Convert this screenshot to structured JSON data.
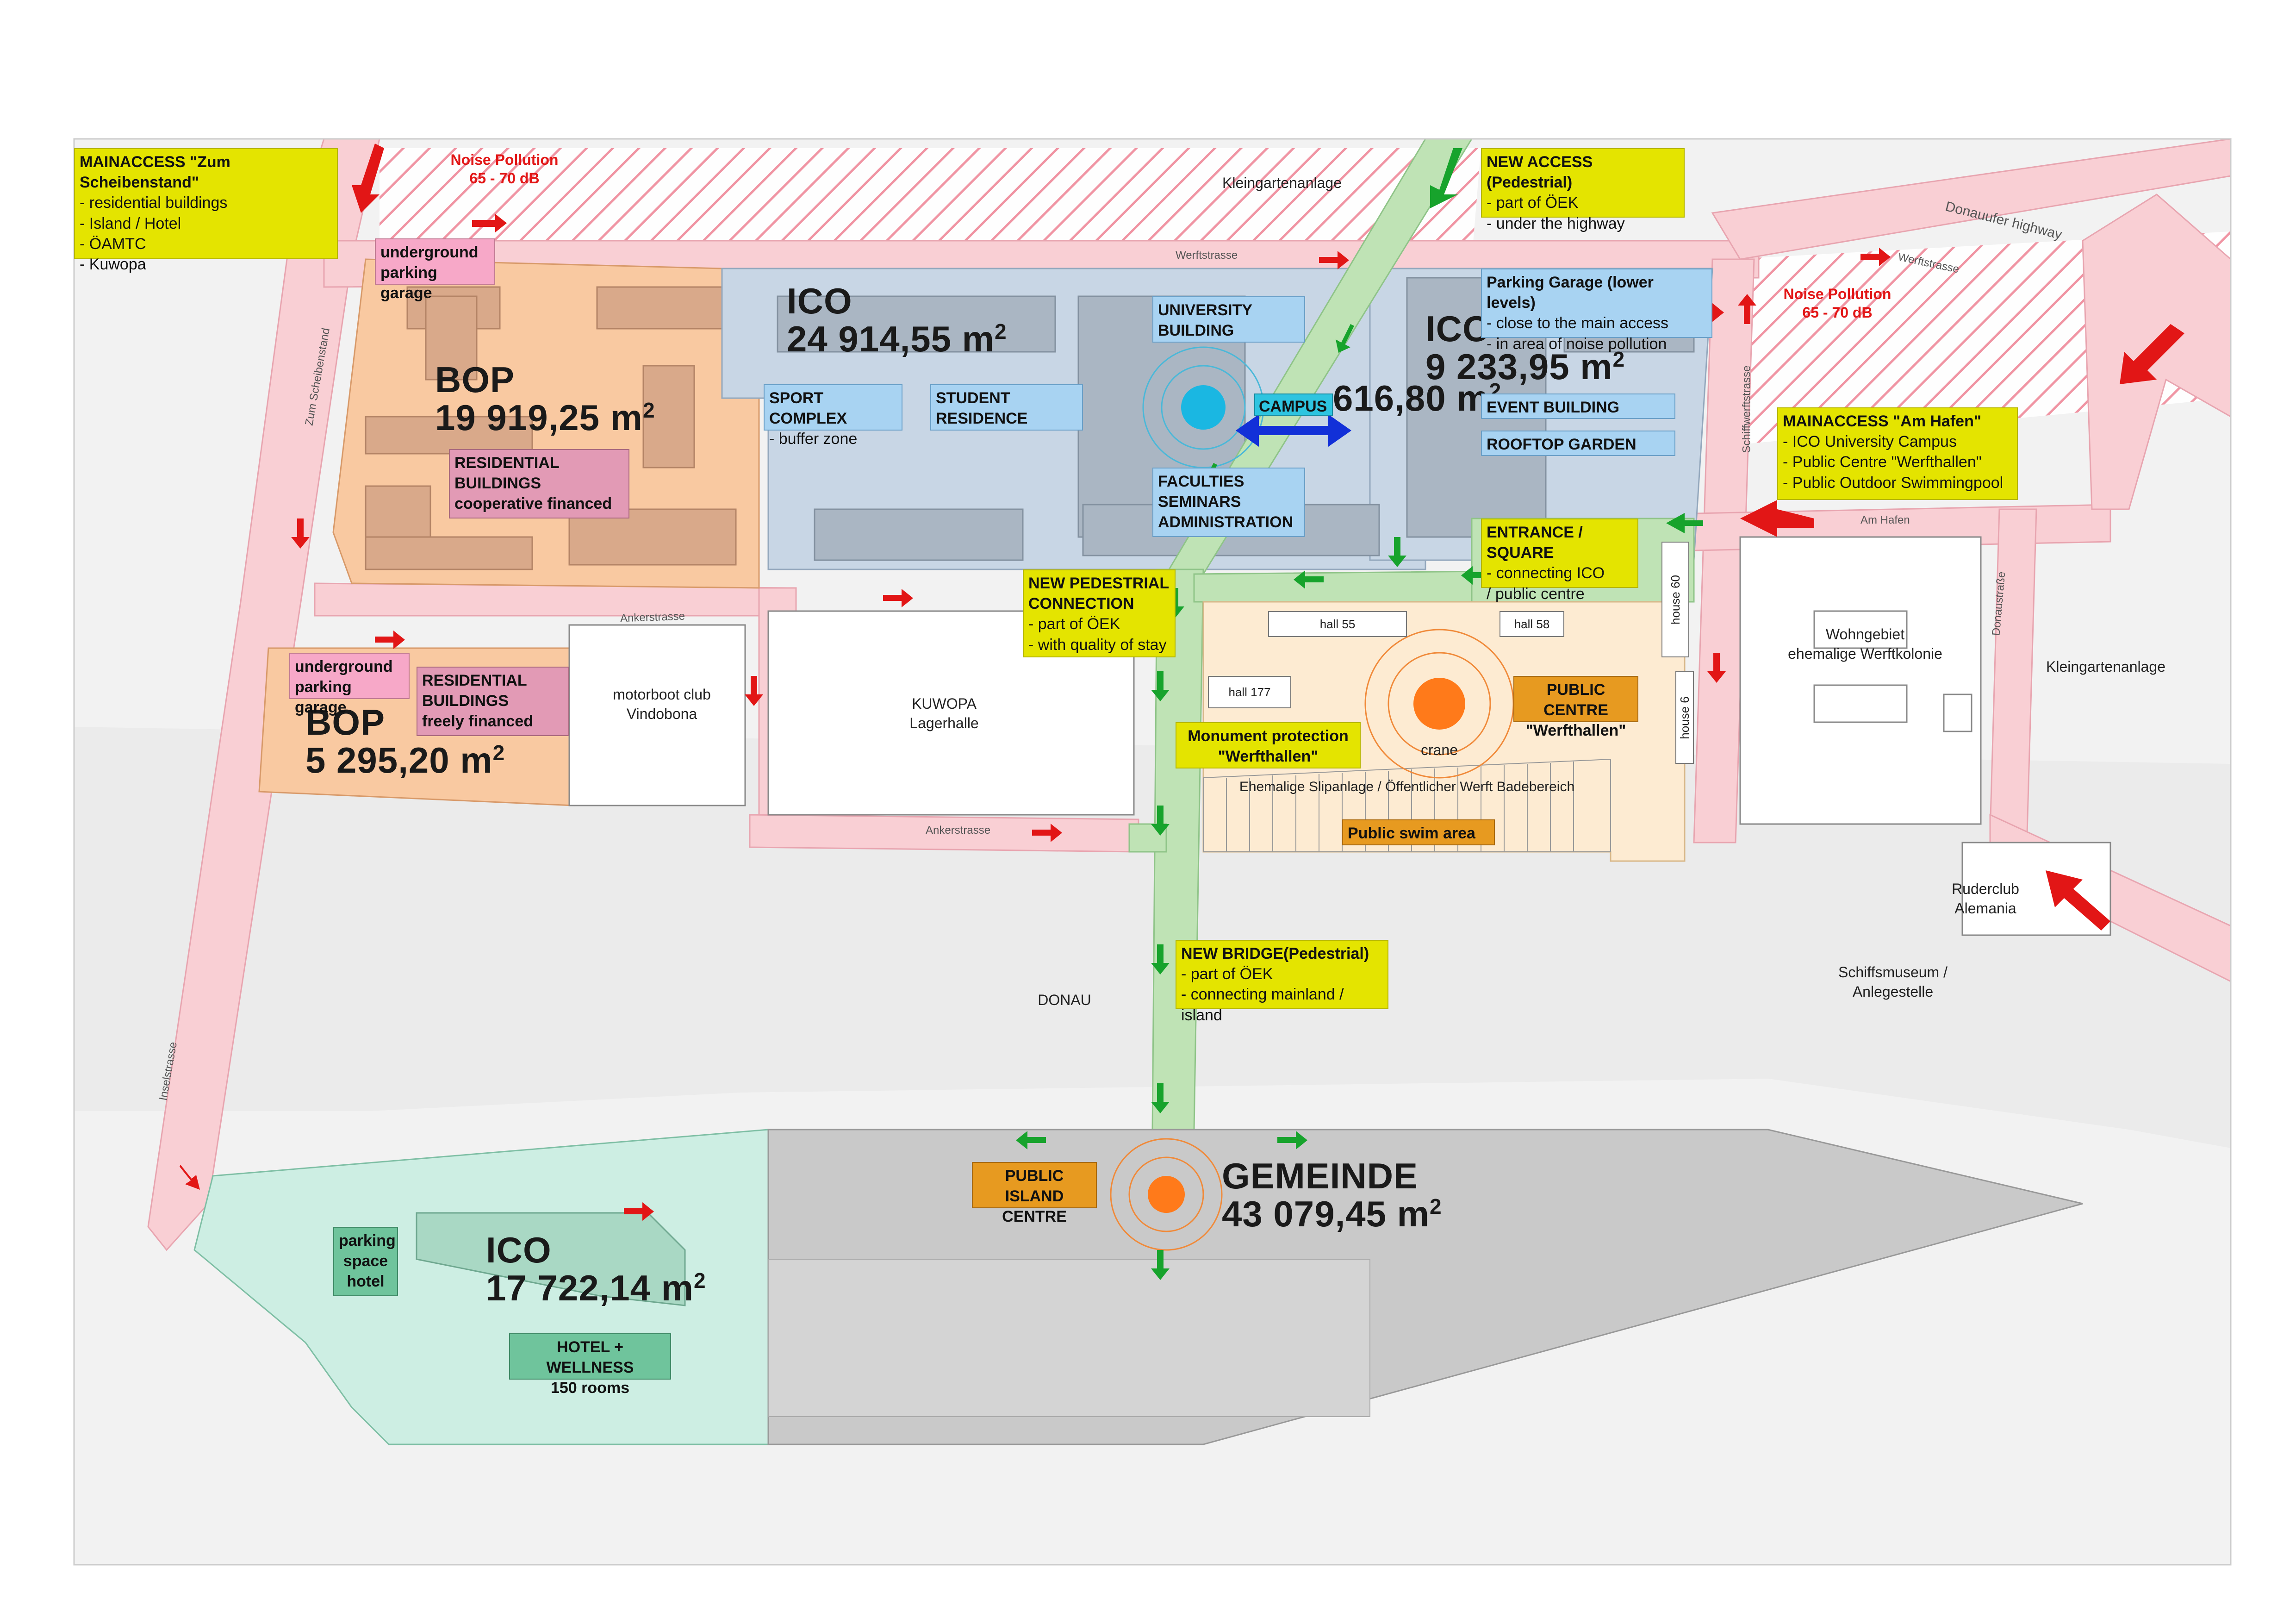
{
  "colors": {
    "street_pink": "#f9cfd4",
    "bop_orange": "#f9c9a1",
    "ico_blue": "#c8d6e5",
    "campus_green": "#bfe3b5",
    "island_teal": "#cdeee3",
    "gemeinde_grey": "#c9c9c9",
    "werfthallen_beige": "#fdebd2",
    "noise_red": "#e21616",
    "access_yellow": "#e4e400",
    "arrow_green": "#17a32c",
    "arrow_blue": "#1230d8",
    "orange_node": "#ff7a1a",
    "cyan_node": "#1ab7e2"
  },
  "areas": {
    "bop_north": {
      "name": "BOP",
      "area": "19  919,25 m",
      "unit_sup": "2"
    },
    "bop_south": {
      "name": "BOP",
      "area": "5  295,20 m",
      "unit_sup": "2"
    },
    "ico_main": {
      "name": "ICO",
      "area": "24  914,55 m",
      "unit_sup": "2"
    },
    "ico_east": {
      "name": "ICO",
      "area": "9  233,95 m",
      "unit_sup": "2"
    },
    "campus_area": {
      "area": "616,80 m",
      "unit_sup": "2"
    },
    "ico_island": {
      "name": "ICO",
      "area": "17  722,14 m",
      "unit_sup": "2"
    },
    "gemeinde": {
      "name": "GEMEINDE",
      "area": "43  079,45 m",
      "unit_sup": "2"
    }
  },
  "labels": {
    "mainaccess_west": {
      "title": "MAINACCESS \"Zum Scheibenstand\"",
      "lines": [
        "- residential buildings",
        "- Island / Hotel",
        "- ÖAMTC",
        "- Kuwopa"
      ]
    },
    "noise_west": [
      "Noise Pollution",
      "65 - 70 dB"
    ],
    "noise_east": [
      "Noise Pollution",
      "65 - 70 dB"
    ],
    "new_access": {
      "title": "NEW ACCESS (Pedestrial)",
      "lines": [
        "- part of ÖEK",
        "- under the highway"
      ]
    },
    "parking_garage": {
      "title": "Parking Garage (lower levels)",
      "lines": [
        "- close to the main access",
        "- in area of noise pollution"
      ]
    },
    "mainaccess_east": {
      "title": "MAINACCESS \"Am Hafen\"",
      "lines": [
        "- ICO University Campus",
        "- Public Centre \"Werfthallen\"",
        "- Public Outdoor Swimmingpool"
      ]
    },
    "underground_north": [
      "underground",
      "parking garage"
    ],
    "underground_south": [
      "underground",
      "parking garage"
    ],
    "residential_coop": [
      "RESIDENTIAL",
      "BUILDINGS",
      "cooperative financed"
    ],
    "residential_free": [
      "RESIDENTIAL",
      "BUILDINGS",
      "freely financed"
    ],
    "university_building": [
      "UNIVERSITY",
      "BUILDING"
    ],
    "sport_complex": {
      "title": "SPORT COMPLEX",
      "lines": [
        "- buffer zone"
      ]
    },
    "student_residence": [
      "STUDENT",
      "RESIDENCE"
    ],
    "campus": "CAMPUS",
    "event_building": "EVENT BUILDING",
    "rooftop_garden": "ROOFTOP GARDEN",
    "faculties": [
      "FACULTIES",
      "SEMINARS",
      "ADMINISTRATION"
    ],
    "entrance_square": {
      "title": "ENTRANCE / SQUARE",
      "lines": [
        "- connecting ICO",
        "  / public centre"
      ]
    },
    "new_pedestrial_connection": {
      "title": "NEW PEDESTRIAL CONNECTION",
      "lines": [
        "- part of ÖEK",
        "- with quality of stay"
      ]
    },
    "public_centre": [
      "PUBLIC CENTRE",
      "\"Werfthallen\""
    ],
    "monument_protection": [
      "Monument protection",
      "\"Werfthallen\""
    ],
    "public_swim_area": "Public swim area",
    "new_bridge": {
      "title": "NEW BRIDGE(Pedestrial)",
      "lines": [
        "- part of ÖEK",
        "- connecting mainland / island"
      ]
    },
    "public_island_centre": [
      "PUBLIC ISLAND",
      "CENTRE"
    ],
    "parking_space_hotel": [
      "parking",
      "space",
      "hotel"
    ],
    "hotel_wellness": [
      "HOTEL + WELLNESS",
      "150 rooms"
    ]
  },
  "places": {
    "kleingartenanlage_north": "Kleingartenanlage",
    "kleingartenanlage_east": "Kleingartenanlage",
    "motorboot": [
      "motorboot club",
      "Vindobona"
    ],
    "kuwopa": [
      "KUWOPA",
      "Lagerhalle"
    ],
    "wohngebiet": [
      "Wohngebiet",
      "ehemalige Werftkolonie"
    ],
    "ruderclub": [
      "Ruderclub",
      "Alemania"
    ],
    "schiffsmuseum": [
      "Schiffsmuseum /",
      "Anlegestelle"
    ],
    "donau": "DONAU",
    "slipanlage": "Ehemalige Slipanlage / Öffentlicher Werft Badebereich",
    "crane": "crane",
    "hall_55": "hall 55",
    "hall_58": "hall 58",
    "hall_177": "hall 177",
    "house_60": "house 60",
    "house_6": "house 6"
  },
  "streets": {
    "werftstrasse_1": "Werftstrasse",
    "werftstrasse_2": "Werftstrasse",
    "donauufer_highway": "Donauufer highway",
    "zum_scheibenstand": "Zum Scheibenstand",
    "schiffwerftstrasse": "Schiffwerftstrasse",
    "am_hafen": "Am Hafen",
    "donaustrasse": "Donaustraße",
    "ankerstrasse_1": "Ankerstrasse",
    "ankerstrasse_2": "Ankerstrasse",
    "inselstrasse": "Inselstrasse"
  }
}
